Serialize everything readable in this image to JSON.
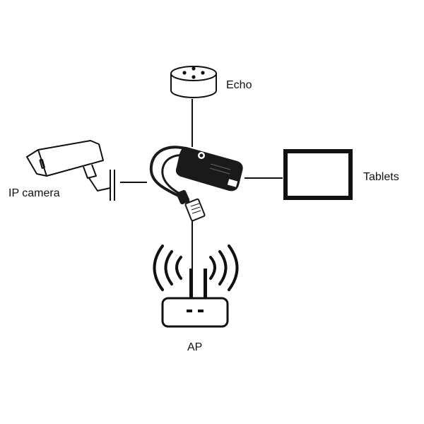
{
  "labels": {
    "echo": "Echo",
    "tablets": "Tablets",
    "ip_camera": "IP camera",
    "ap": "AP"
  },
  "icons": {
    "echo": "speaker-puck-icon",
    "tablet": "tablet-icon",
    "camera": "security-camera-icon",
    "access_point": "wifi-router-icon",
    "splitter": "poe-splitter-icon"
  },
  "colors": {
    "stroke": "#111111",
    "device_body": "#1a1a1a",
    "background": "#ffffff"
  }
}
